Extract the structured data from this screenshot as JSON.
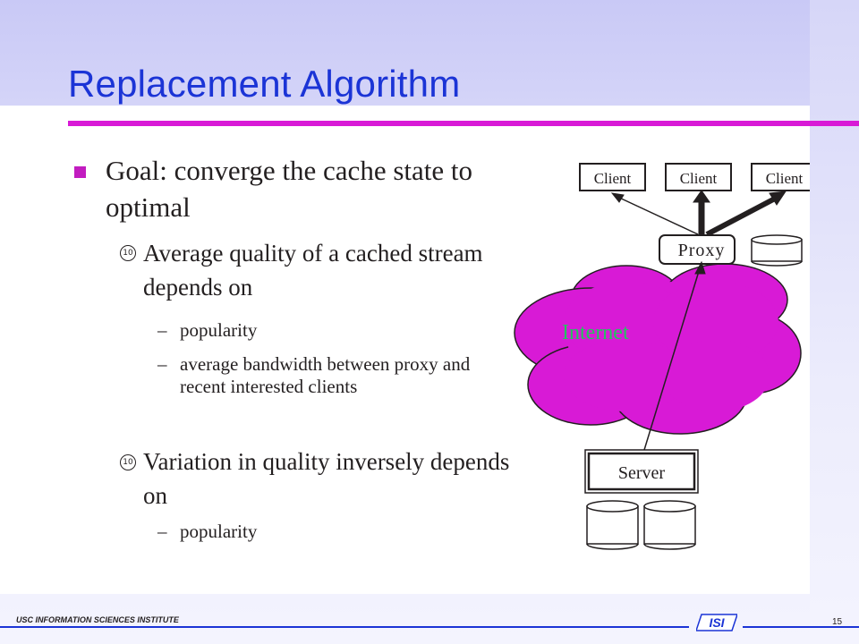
{
  "slide": {
    "title": "Replacement Algorithm",
    "bullet_main": "Goal: converge the cache state to optimal",
    "sub1": "Average quality of a cached stream depends on",
    "sub1_items": [
      "popularity",
      "average bandwidth between proxy and recent interested clients"
    ],
    "sub2": "Variation in quality inversely depends on",
    "sub2_items": [
      "popularity"
    ],
    "dash": "–"
  },
  "diagram": {
    "clients": [
      "Client",
      "Client",
      "Client"
    ],
    "proxy": "Proxy",
    "cloud_label": "Internet",
    "server": "Server"
  },
  "footer": {
    "org": "USC INFORMATION SCIENCES INSTITUTE",
    "logo_text": "ISI",
    "page": "15"
  },
  "colors": {
    "title": "#1b34d6",
    "accent": "#d81ad6",
    "cloud": "#d81ad6",
    "cloud_label": "#22c55e"
  }
}
